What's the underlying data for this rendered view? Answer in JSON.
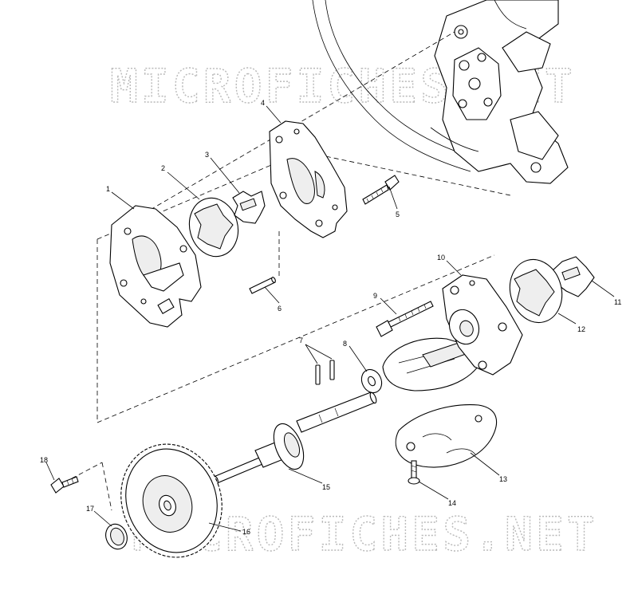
{
  "watermark": {
    "top": "MICROFICHES.NET",
    "bottom": "MICROFICHES.NET"
  },
  "callouts": [
    {
      "id": "c1",
      "label": "1"
    },
    {
      "id": "c2",
      "label": "2"
    },
    {
      "id": "c3",
      "label": "3"
    },
    {
      "id": "c4",
      "label": "4"
    },
    {
      "id": "c5",
      "label": "5"
    },
    {
      "id": "c6",
      "label": "6"
    },
    {
      "id": "c7",
      "label": "7"
    },
    {
      "id": "c8",
      "label": "8"
    },
    {
      "id": "c9",
      "label": "9"
    },
    {
      "id": "c10",
      "label": "10"
    },
    {
      "id": "c11",
      "label": "11"
    },
    {
      "id": "c12",
      "label": "12"
    },
    {
      "id": "c13",
      "label": "13"
    },
    {
      "id": "c14",
      "label": "14"
    },
    {
      "id": "c15",
      "label": "15"
    },
    {
      "id": "c16",
      "label": "16"
    },
    {
      "id": "c17",
      "label": "17"
    },
    {
      "id": "c18",
      "label": "18"
    }
  ]
}
